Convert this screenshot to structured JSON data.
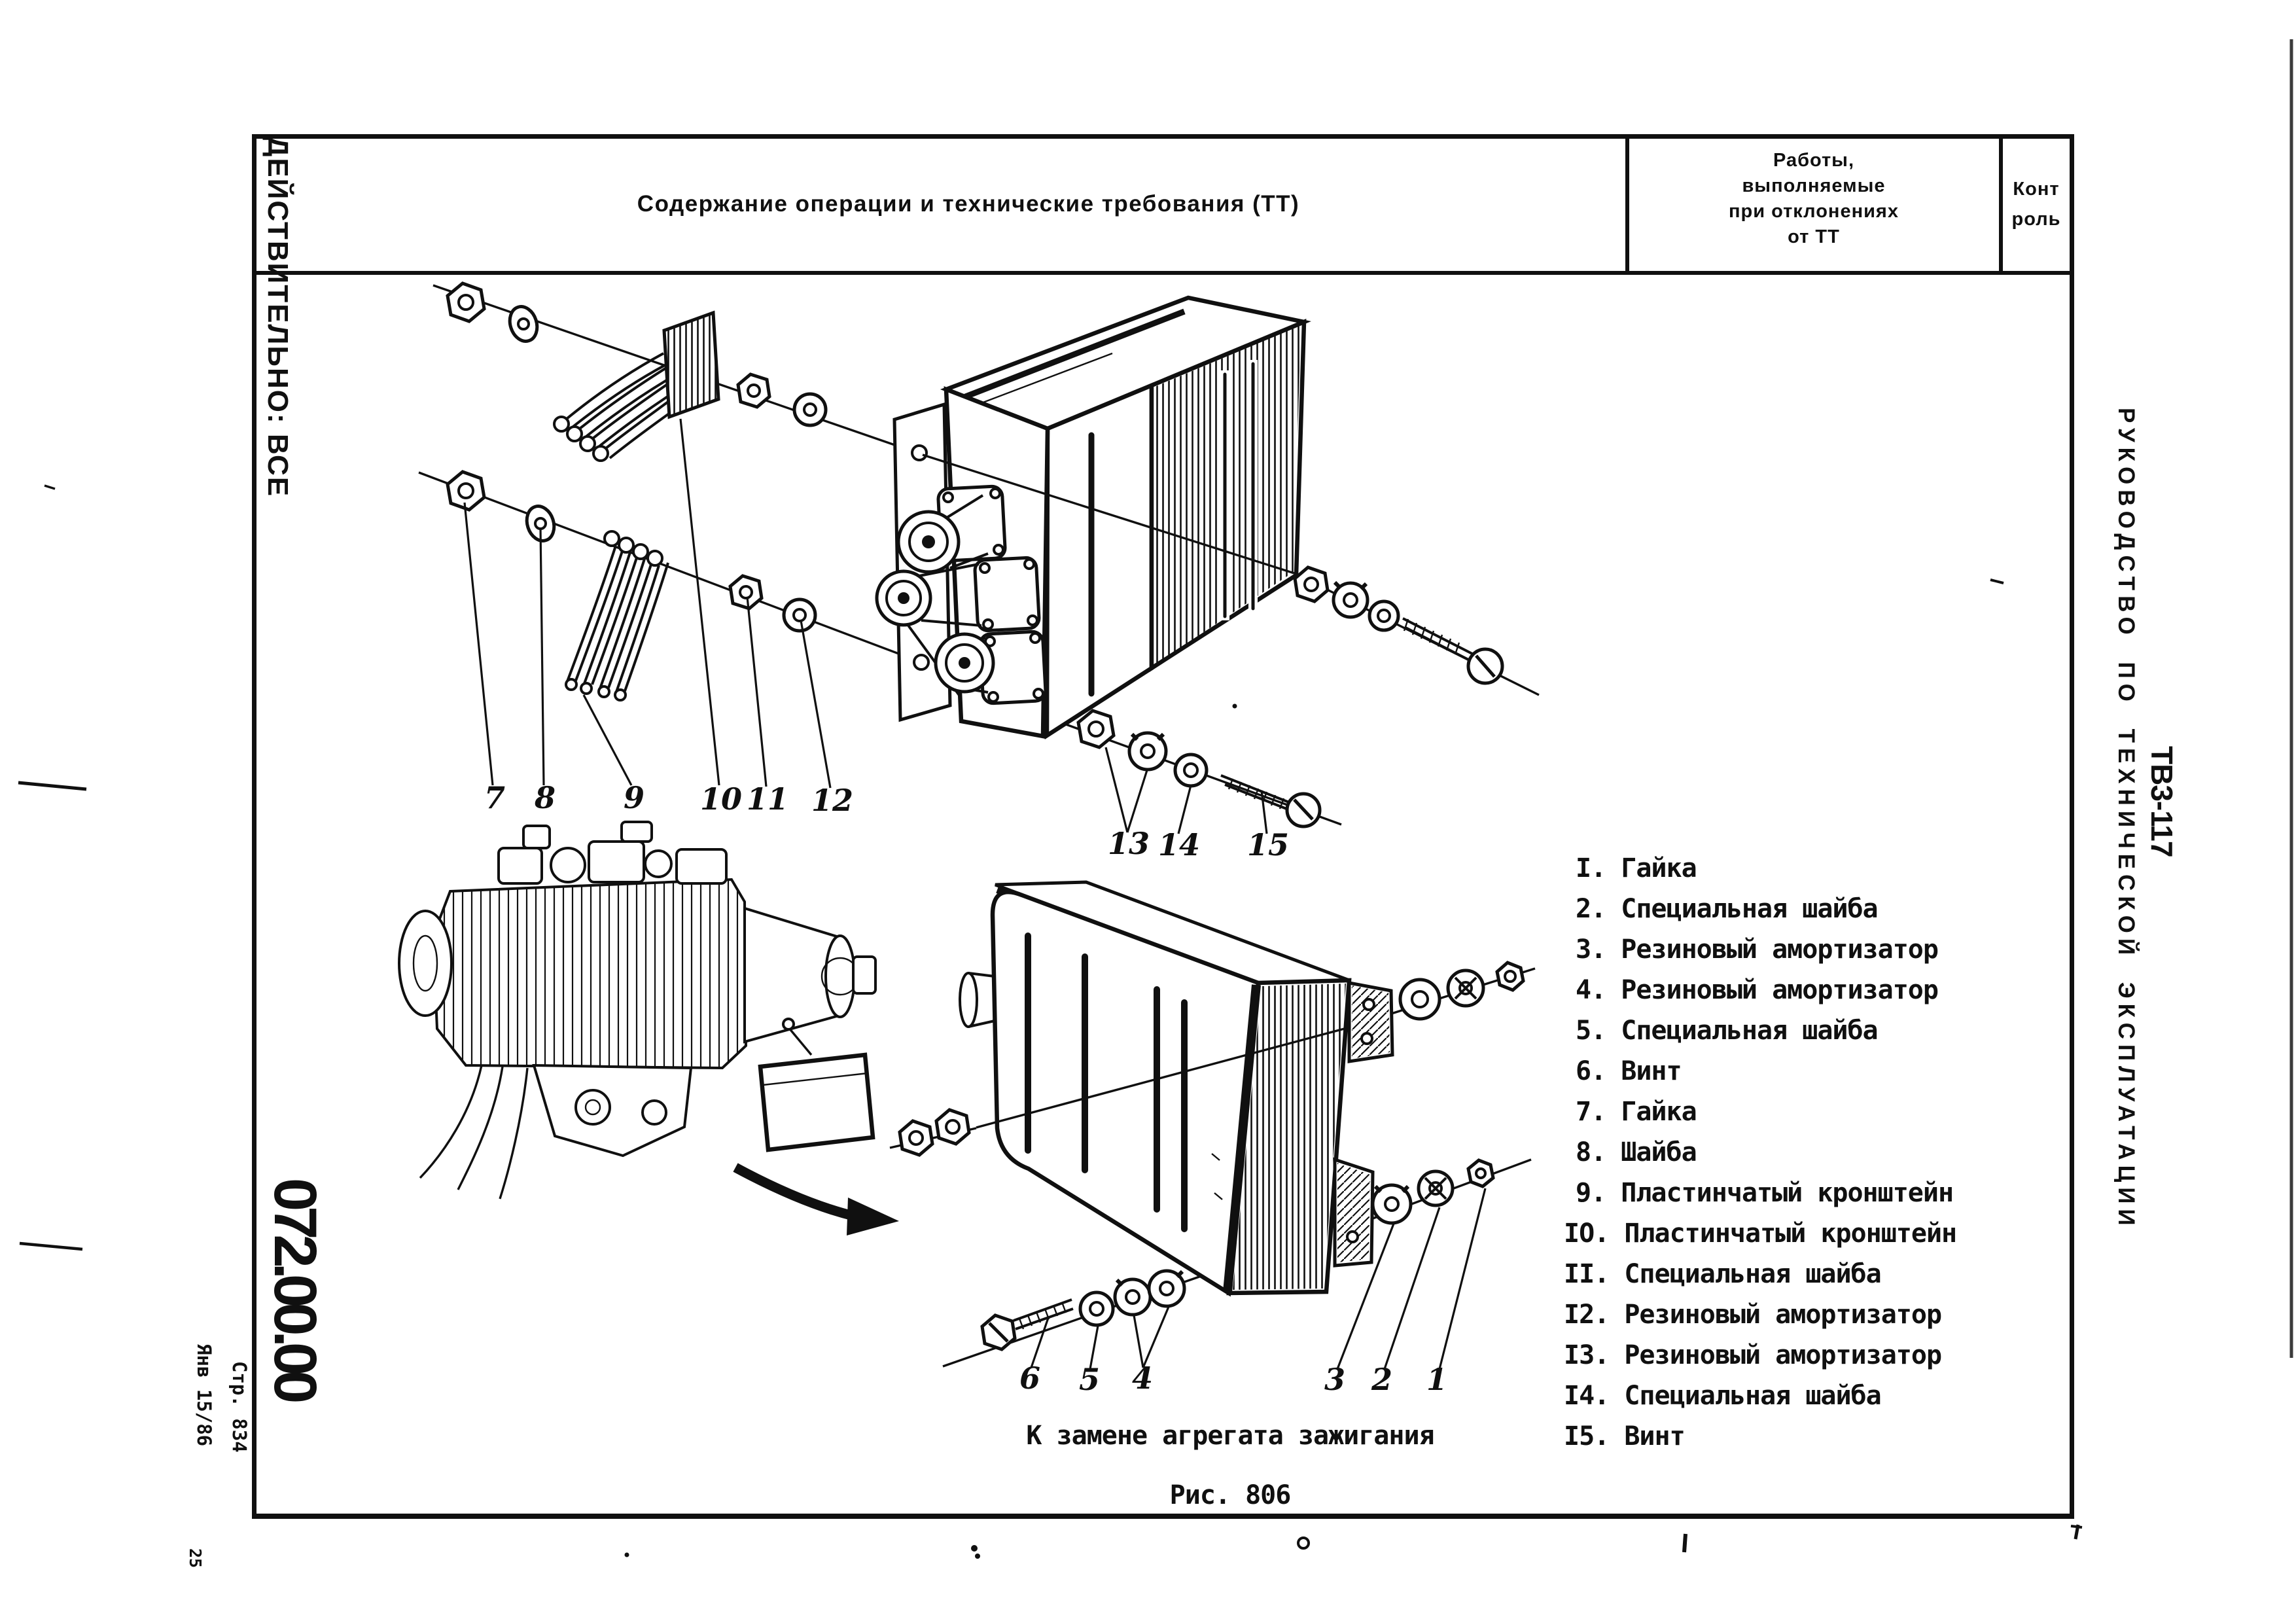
{
  "side_left": {
    "validity": "ДЕЙСТВИТЕЛЬНО: ВСЕ",
    "task_code": "072.00.00",
    "page_label": "Стр. 834",
    "date_label": "Янв 15/86",
    "corner_number": "25"
  },
  "side_right": {
    "engine_model": "ТВ3-117",
    "manual_title": "РУКОВОДСТВО ПО ТЕХНИЧЕСКОЙ ЭКСПЛУАТАЦИИ"
  },
  "table_header": {
    "col1": "Содержание операции и технические требования (ТТ)",
    "col2_line1": "Работы,",
    "col2_line2": "выполняемые",
    "col2_line3": "при отклонениях",
    "col2_line4": "от ТТ",
    "col3_line1": "Конт",
    "col3_line2": "роль"
  },
  "figure": {
    "caption": "К замене агрегата зажигания",
    "number": "Рис. 806",
    "callouts": {
      "n1": "1",
      "n2": "2",
      "n3": "3",
      "n4": "4",
      "n5": "5",
      "n6": "6",
      "n7": "7",
      "n8": "8",
      "n9": "9",
      "n10": "10",
      "n11": "11",
      "n12": "12",
      "n13": "13",
      "n14": "14",
      "n15": "15"
    },
    "parts": [
      "I. Гайка",
      "2. Специальная шайба",
      "3. Резиновый амортизатор",
      "4. Резиновый амортизатор",
      "5. Специальная шайба",
      "6. Винт",
      "7. Гайка",
      "8. Шайба",
      "9. Пластинчатый кронштейн",
      "IO. Пластинчатый кронштейн",
      "II. Специальная шайба",
      "I2. Резиновый амортизатор",
      "I3. Резиновый амортизатор",
      "I4. Специальная шайба",
      "I5. Винт"
    ]
  }
}
